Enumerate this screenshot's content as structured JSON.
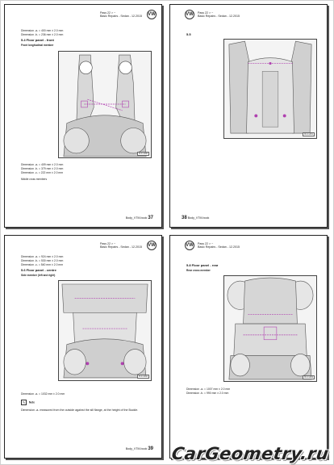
{
  "pages": [
    {
      "header": {
        "line1": "Pass 22 > ~",
        "line2": "Basic Repairs - Sedan - 12.2015"
      },
      "dimensions": [
        "Dimension -a- = 400 mm ± 2.0 mm",
        "Dimension -b- = 236 mm ± 2.0 mm"
      ],
      "section": "5.4   Floor panel - front",
      "subtitle": "Front longitudinal member",
      "figure_id": "B-0-1460",
      "after_dimensions": [
        "Dimension -a- = 409 mm ± 2.0 mm",
        "Dimension -b- = 379 mm ± 2.0 mm",
        "Dimension -c- = 222 mm ± 2.0 mm"
      ],
      "after_subtitle": "Middle cross members",
      "footer_label": "Body_VTM.book",
      "footer_page": "37"
    },
    {
      "header": {
        "line1": "Pass 22 > ~",
        "line2": "Basic Repairs - Sedan - 12.2015"
      },
      "section": "5.5",
      "figure_id": "B-0-1461",
      "footer_page": "38",
      "footer_label": "Body_VTM.book"
    },
    {
      "header": {
        "line1": "Pass 22 > ~",
        "line2": "Basic Repairs - Sedan - 12.2015"
      },
      "dimensions": [
        "Dimension -a- = 924 mm ± 2.0 mm",
        "Dimension -b- = 530 mm ± 2.0 mm",
        "Dimension -c- = 540 mm ± 2.0 mm"
      ],
      "section": "5.6   Floor panel - centre",
      "subtitle": "Side member (left and right)",
      "figure_id": "B-0-1462",
      "after_dimensions": [
        "Dimension -a- = 1032 mm ± 2.0 mm"
      ],
      "note_label": "Note",
      "note_text": "Dimension -a- measured from the outside against the sill flange, at the height of the Buckle.",
      "footer_label": "Body_VTM.book",
      "footer_page": "39"
    },
    {
      "header": {
        "line1": "Pass 22 > ~",
        "line2": "Basic Repairs - Sedan - 12.2015"
      },
      "section": "5.8   Floor panel - rear",
      "subtitle": "Rear cross member",
      "figure_id": "B-0-1463",
      "after_dimensions": [
        "Dimension -a- = 1007 mm ± 2.0 mm",
        "Dimension -b- = 990 mm ± 2.0 mm"
      ]
    }
  ],
  "logo_text": "VW",
  "watermark": "CarGeometry.ru"
}
